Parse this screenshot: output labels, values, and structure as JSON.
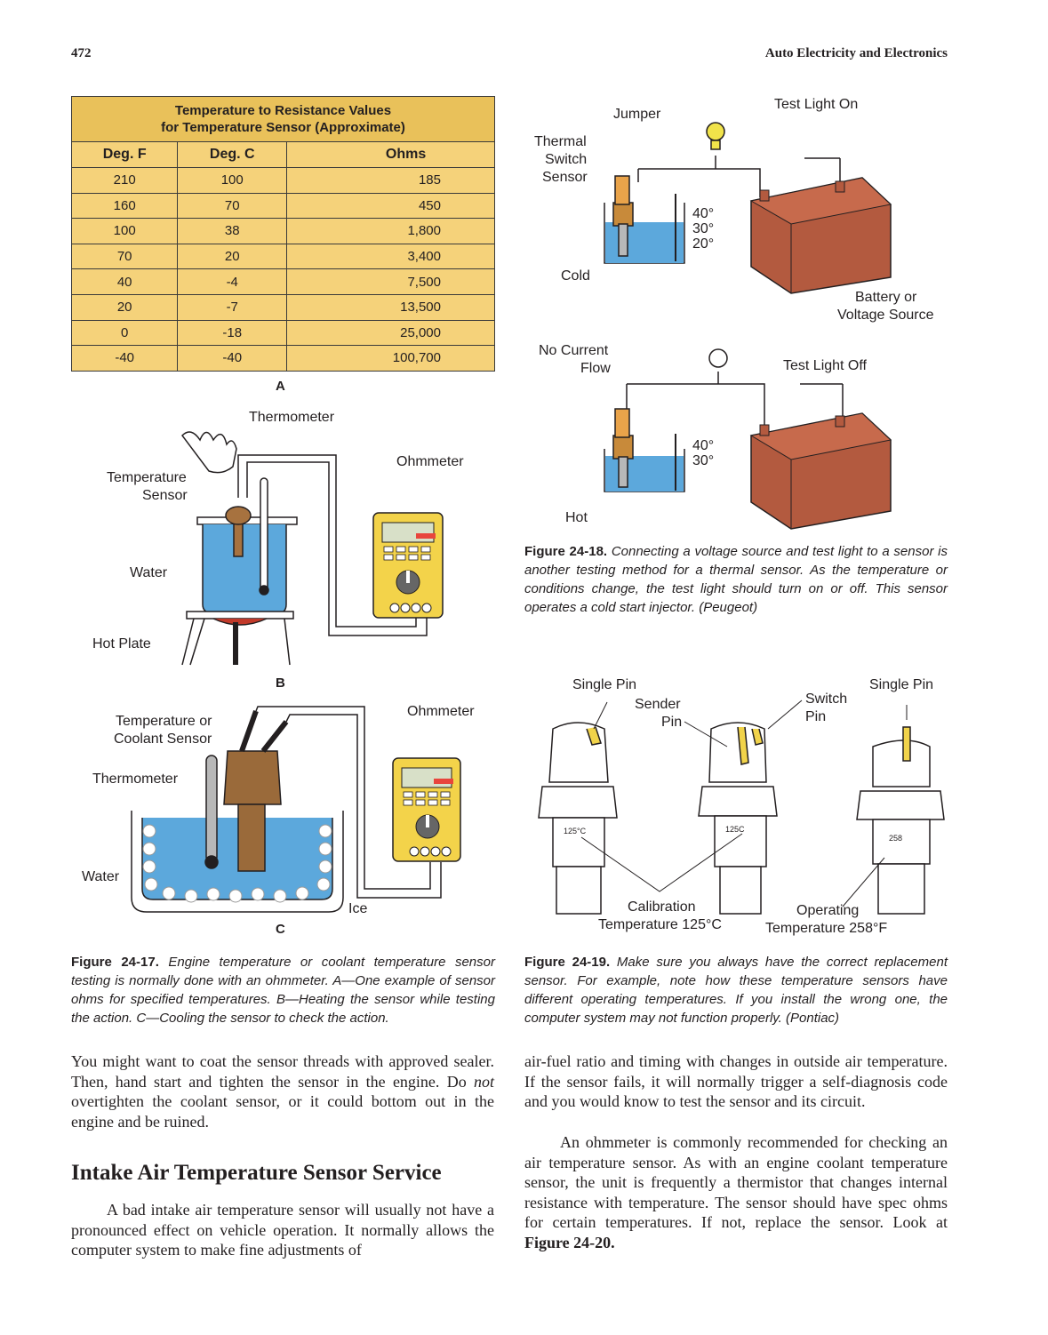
{
  "header": {
    "page_number": "472",
    "book_title": "Auto Electricity and Electronics"
  },
  "table": {
    "title_line1": "Temperature to Resistance Values",
    "title_line2": "for Temperature Sensor (Approximate)",
    "columns": [
      "Deg. F",
      "Deg. C",
      "Ohms"
    ],
    "rows": [
      [
        "210",
        "100",
        "185"
      ],
      [
        "160",
        "70",
        "450"
      ],
      [
        "100",
        "38",
        "1,800"
      ],
      [
        "70",
        "20",
        "3,400"
      ],
      [
        "40",
        "-4",
        "7,500"
      ],
      [
        "20",
        "-7",
        "13,500"
      ],
      [
        "0",
        "-18",
        "25,000"
      ],
      [
        "-40",
        "-40",
        "100,700"
      ]
    ]
  },
  "fig17": {
    "panel_a": "A",
    "panel_b": "B",
    "panel_c": "C",
    "b_thermometer": "Thermometer",
    "b_ohmmeter": "Ohmmeter",
    "b_temp_sensor_1": "Temperature",
    "b_temp_sensor_2": "Sensor",
    "b_water": "Water",
    "b_hot_plate": "Hot Plate",
    "c_sensor_1": "Temperature or",
    "c_sensor_2": "Coolant Sensor",
    "c_ohmmeter": "Ohmmeter",
    "c_thermometer": "Thermometer",
    "c_water": "Water",
    "c_ice": "Ice",
    "caption_label": "Figure 24-17.",
    "caption_text": "Engine temperature or coolant temperature sensor testing is normally done with an ohmmeter. A—One example of sensor ohms for specified temperatures. B—Heating the sensor while testing the action. C—Cooling the sensor to check the action."
  },
  "fig18": {
    "jumper": "Jumper",
    "test_light_on": "Test Light On",
    "thermal_1": "Thermal",
    "thermal_2": "Switch",
    "thermal_3": "Sensor",
    "t40": "40°",
    "t30": "30°",
    "t20": "20°",
    "cold": "Cold",
    "battery_1": "Battery or",
    "battery_2": "Voltage Source",
    "no_current_1": "No Current",
    "no_current_2": "Flow",
    "test_light_off": "Test Light Off",
    "t40b": "40°",
    "t30b": "30°",
    "hot": "Hot",
    "caption_label": "Figure 24-18.",
    "caption_text": "Connecting a voltage source and test light to a sensor is another testing method for a thermal sensor. As the temperature or conditions change, the test light should turn on or off. This sensor operates a cold start injector. (Peugeot)"
  },
  "fig19": {
    "single_pin_left": "Single Pin",
    "sender_1": "Sender",
    "sender_2": "Pin",
    "switch_1": "Switch",
    "switch_2": "Pin",
    "single_pin_right": "Single Pin",
    "calib_1": "Calibration",
    "calib_2": "Temperature 125°C",
    "oper_1": "Operating",
    "oper_2": "Temperature 258°F",
    "thread_1": "125°C",
    "thread_2": "125C",
    "thread_3": "258",
    "caption_label": "Figure 24-19.",
    "caption_text": "Make sure you always have the correct replacement sensor. For example, note how these temperature sensors have different operating temperatures. If you install the wrong one, the computer system may not function properly. (Pontiac)"
  },
  "body": {
    "left_p1_a": "You might want to coat the sensor threads with approved sealer. Then, hand start and tighten the sensor in the engine. Do ",
    "left_p1_em": "not",
    "left_p1_b": " overtighten the coolant sensor, or it could bottom out in the engine and be ruined.",
    "heading": "Intake Air Temperature Sensor Service",
    "left_p2": "A bad intake air temperature sensor will usually not have a pronounced effect on vehicle operation. It normally allows the computer system to make fine adjustments of",
    "right_p1": "air-fuel ratio and timing with changes in outside air temperature. If the sensor fails, it will normally trigger a self-diagnosis code and you would know to test the sensor and its circuit.",
    "right_p2_a": "An ohmmeter is commonly recommended for checking an air temperature sensor. As with an engine coolant temperature sensor, the unit is frequently a thermistor that changes internal resistance with temperature. The sensor should have spec ohms for certain temperatures. If not, replace the sensor. Look at ",
    "right_p2_ref": "Figure 24-20."
  }
}
